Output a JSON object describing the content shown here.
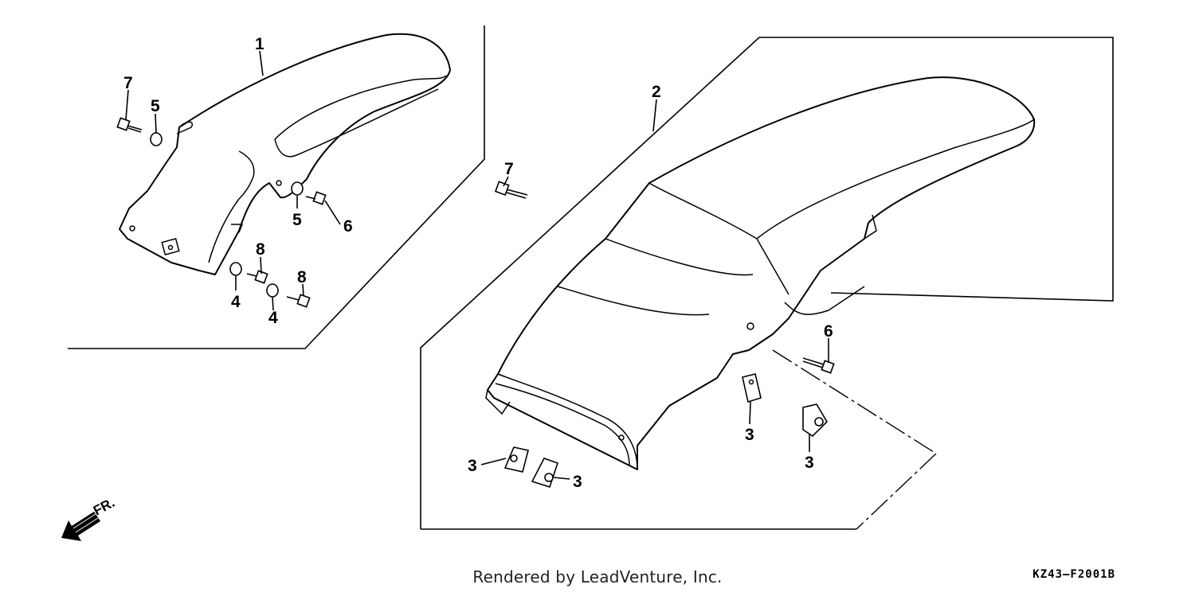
{
  "callouts": {
    "c1": "1",
    "c2": "2",
    "c3a": "3",
    "c3b": "3",
    "c3c": "3",
    "c3d": "3",
    "c4a": "4",
    "c4b": "4",
    "c5a": "5",
    "c5b": "5",
    "c6a": "6",
    "c6b": "6",
    "c7a": "7",
    "c7b": "7",
    "c8a": "8",
    "c8b": "8"
  },
  "direction_label": "FR.",
  "footer": {
    "credit": "Rendered by LeadVenture, Inc.",
    "code": "KZ43–F2001B"
  }
}
